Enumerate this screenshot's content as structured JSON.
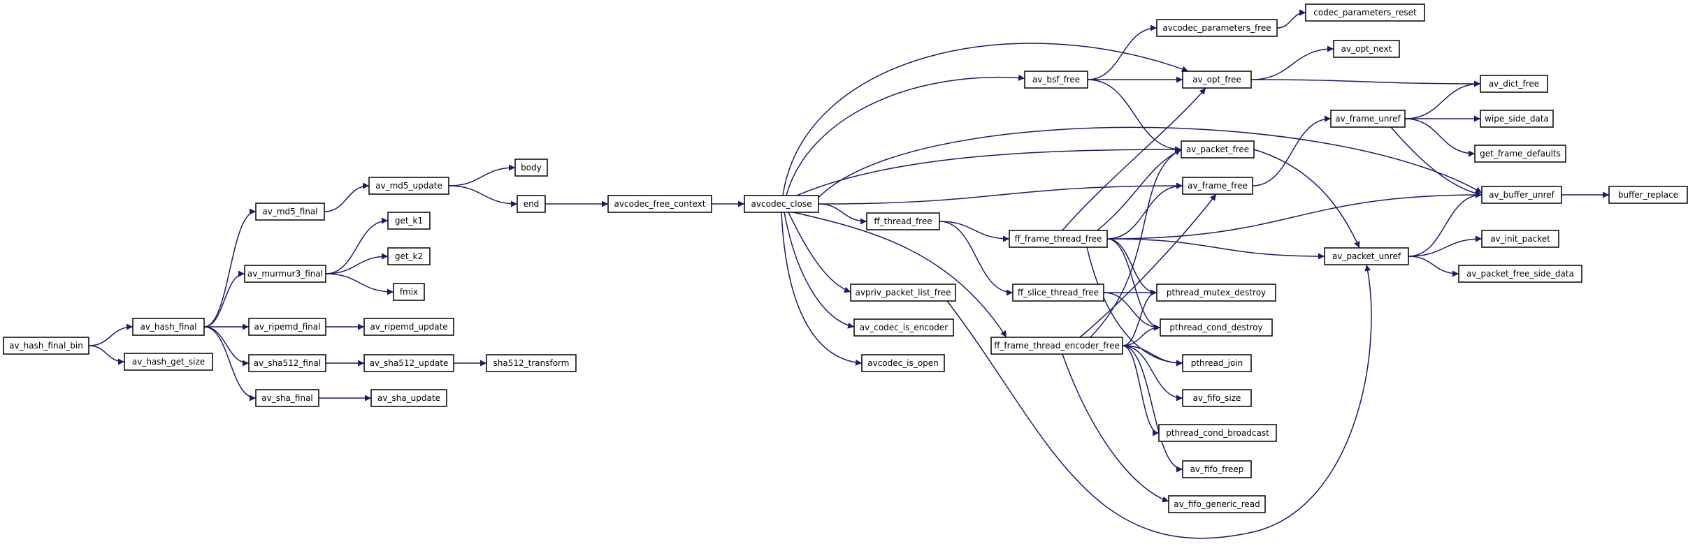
{
  "colors": {
    "edge": "#191970",
    "node_border": "#000000",
    "truncated_border": "#ff0000",
    "root_fill": "#bfbfbf",
    "node_fill": "#ffffff"
  },
  "nodes": [
    {
      "id": "av_hash_final_bin",
      "label": "av_hash_final_bin",
      "root": true
    },
    {
      "id": "av_hash_final",
      "label": "av_hash_final"
    },
    {
      "id": "av_hash_get_size",
      "label": "av_hash_get_size"
    },
    {
      "id": "av_md5_final",
      "label": "av_md5_final"
    },
    {
      "id": "av_murmur3_final",
      "label": "av_murmur3_final"
    },
    {
      "id": "av_ripemd_final",
      "label": "av_ripemd_final"
    },
    {
      "id": "av_sha512_final",
      "label": "av_sha512_final"
    },
    {
      "id": "av_sha_final",
      "label": "av_sha_final"
    },
    {
      "id": "av_md5_update",
      "label": "av_md5_update"
    },
    {
      "id": "get_k1",
      "label": "get_k1"
    },
    {
      "id": "get_k2",
      "label": "get_k2"
    },
    {
      "id": "fmix",
      "label": "fmix"
    },
    {
      "id": "av_ripemd_update",
      "label": "av_ripemd_update"
    },
    {
      "id": "av_sha512_update",
      "label": "av_sha512_update"
    },
    {
      "id": "av_sha_update",
      "label": "av_sha_update"
    },
    {
      "id": "body",
      "label": "body"
    },
    {
      "id": "end",
      "label": "end"
    },
    {
      "id": "sha512_transform",
      "label": "sha512_transform"
    },
    {
      "id": "avcodec_free_context",
      "label": "avcodec_free_context"
    },
    {
      "id": "avcodec_close",
      "label": "avcodec_close"
    },
    {
      "id": "ff_thread_free",
      "label": "ff_thread_free"
    },
    {
      "id": "avpriv_packet_list_free",
      "label": "avpriv_packet_list_free"
    },
    {
      "id": "av_codec_is_encoder",
      "label": "av_codec_is_encoder"
    },
    {
      "id": "avcodec_is_open",
      "label": "avcodec_is_open"
    },
    {
      "id": "av_bsf_free",
      "label": "av_bsf_free"
    },
    {
      "id": "ff_frame_thread_free",
      "label": "ff_frame_thread_free",
      "truncated": true
    },
    {
      "id": "ff_slice_thread_free",
      "label": "ff_slice_thread_free",
      "truncated": true
    },
    {
      "id": "ff_frame_thread_encoder_free",
      "label": "ff_frame_thread_encoder_free"
    },
    {
      "id": "avcodec_parameters_free",
      "label": "avcodec_parameters_free"
    },
    {
      "id": "av_opt_free",
      "label": "av_opt_free"
    },
    {
      "id": "av_packet_free",
      "label": "av_packet_free"
    },
    {
      "id": "av_frame_free",
      "label": "av_frame_free"
    },
    {
      "id": "pthread_mutex_destroy",
      "label": "pthread_mutex_destroy"
    },
    {
      "id": "pthread_cond_destroy",
      "label": "pthread_cond_destroy"
    },
    {
      "id": "pthread_join",
      "label": "pthread_join"
    },
    {
      "id": "av_fifo_size",
      "label": "av_fifo_size"
    },
    {
      "id": "pthread_cond_broadcast",
      "label": "pthread_cond_broadcast",
      "truncated": true
    },
    {
      "id": "av_fifo_freep",
      "label": "av_fifo_freep",
      "truncated": true
    },
    {
      "id": "av_fifo_generic_read",
      "label": "av_fifo_generic_read",
      "truncated": true
    },
    {
      "id": "codec_parameters_reset",
      "label": "codec_parameters_reset"
    },
    {
      "id": "av_opt_next",
      "label": "av_opt_next"
    },
    {
      "id": "av_frame_unref",
      "label": "av_frame_unref"
    },
    {
      "id": "av_packet_unref",
      "label": "av_packet_unref"
    },
    {
      "id": "av_dict_free",
      "label": "av_dict_free"
    },
    {
      "id": "wipe_side_data",
      "label": "wipe_side_data",
      "truncated": true
    },
    {
      "id": "get_frame_defaults",
      "label": "get_frame_defaults"
    },
    {
      "id": "av_buffer_unref",
      "label": "av_buffer_unref"
    },
    {
      "id": "av_init_packet",
      "label": "av_init_packet"
    },
    {
      "id": "av_packet_free_side_data",
      "label": "av_packet_free_side_data"
    },
    {
      "id": "buffer_replace",
      "label": "buffer_replace"
    }
  ],
  "edges": [
    [
      "av_hash_final_bin",
      "av_hash_final"
    ],
    [
      "av_hash_final_bin",
      "av_hash_get_size"
    ],
    [
      "av_hash_final",
      "av_md5_final"
    ],
    [
      "av_hash_final",
      "av_murmur3_final"
    ],
    [
      "av_hash_final",
      "av_ripemd_final"
    ],
    [
      "av_hash_final",
      "av_sha512_final"
    ],
    [
      "av_hash_final",
      "av_sha_final"
    ],
    [
      "av_md5_final",
      "av_md5_update"
    ],
    [
      "av_md5_update",
      "body"
    ],
    [
      "av_md5_update",
      "end"
    ],
    [
      "av_murmur3_final",
      "get_k1"
    ],
    [
      "av_murmur3_final",
      "get_k2"
    ],
    [
      "av_murmur3_final",
      "fmix"
    ],
    [
      "av_ripemd_final",
      "av_ripemd_update"
    ],
    [
      "av_sha512_final",
      "av_sha512_update"
    ],
    [
      "av_sha512_update",
      "sha512_transform"
    ],
    [
      "av_sha_final",
      "av_sha_update"
    ],
    [
      "end",
      "avcodec_free_context"
    ],
    [
      "avcodec_free_context",
      "avcodec_close"
    ],
    [
      "avcodec_close",
      "av_bsf_free"
    ],
    [
      "avcodec_close",
      "av_opt_free"
    ],
    [
      "avcodec_close",
      "av_packet_free"
    ],
    [
      "avcodec_close",
      "av_frame_free"
    ],
    [
      "avcodec_close",
      "av_buffer_unref"
    ],
    [
      "avcodec_close",
      "ff_thread_free"
    ],
    [
      "avcodec_close",
      "avpriv_packet_list_free"
    ],
    [
      "avcodec_close",
      "av_codec_is_encoder"
    ],
    [
      "avcodec_close",
      "avcodec_is_open"
    ],
    [
      "avcodec_close",
      "ff_frame_thread_encoder_free"
    ],
    [
      "av_bsf_free",
      "avcodec_parameters_free"
    ],
    [
      "av_bsf_free",
      "av_opt_free"
    ],
    [
      "av_bsf_free",
      "av_packet_free"
    ],
    [
      "avcodec_parameters_free",
      "codec_parameters_reset"
    ],
    [
      "av_opt_free",
      "av_opt_next"
    ],
    [
      "av_opt_free",
      "av_dict_free"
    ],
    [
      "av_packet_free",
      "av_packet_unref"
    ],
    [
      "av_frame_free",
      "av_frame_unref"
    ],
    [
      "av_frame_unref",
      "av_dict_free"
    ],
    [
      "av_frame_unref",
      "wipe_side_data"
    ],
    [
      "av_frame_unref",
      "get_frame_defaults"
    ],
    [
      "av_frame_unref",
      "av_buffer_unref"
    ],
    [
      "av_buffer_unref",
      "buffer_replace"
    ],
    [
      "av_packet_unref",
      "av_buffer_unref"
    ],
    [
      "av_packet_unref",
      "av_init_packet"
    ],
    [
      "av_packet_unref",
      "av_packet_free_side_data"
    ],
    [
      "ff_thread_free",
      "ff_frame_thread_free"
    ],
    [
      "ff_thread_free",
      "ff_slice_thread_free"
    ],
    [
      "ff_frame_thread_free",
      "av_opt_free"
    ],
    [
      "ff_frame_thread_free",
      "av_packet_free"
    ],
    [
      "ff_frame_thread_free",
      "av_frame_free"
    ],
    [
      "ff_frame_thread_free",
      "av_buffer_unref"
    ],
    [
      "ff_frame_thread_free",
      "av_packet_unref"
    ],
    [
      "ff_frame_thread_free",
      "pthread_mutex_destroy"
    ],
    [
      "ff_frame_thread_free",
      "pthread_cond_destroy"
    ],
    [
      "ff_frame_thread_free",
      "pthread_join"
    ],
    [
      "ff_slice_thread_free",
      "pthread_mutex_destroy"
    ],
    [
      "ff_slice_thread_free",
      "pthread_cond_destroy"
    ],
    [
      "avpriv_packet_list_free",
      "av_packet_unref"
    ],
    [
      "ff_frame_thread_encoder_free",
      "av_packet_free"
    ],
    [
      "ff_frame_thread_encoder_free",
      "av_frame_free"
    ],
    [
      "ff_frame_thread_encoder_free",
      "pthread_mutex_destroy"
    ],
    [
      "ff_frame_thread_encoder_free",
      "pthread_cond_destroy"
    ],
    [
      "ff_frame_thread_encoder_free",
      "pthread_join"
    ],
    [
      "ff_frame_thread_encoder_free",
      "av_fifo_size"
    ],
    [
      "ff_frame_thread_encoder_free",
      "pthread_cond_broadcast"
    ],
    [
      "ff_frame_thread_encoder_free",
      "av_fifo_freep"
    ],
    [
      "ff_frame_thread_encoder_free",
      "av_fifo_generic_read"
    ]
  ]
}
